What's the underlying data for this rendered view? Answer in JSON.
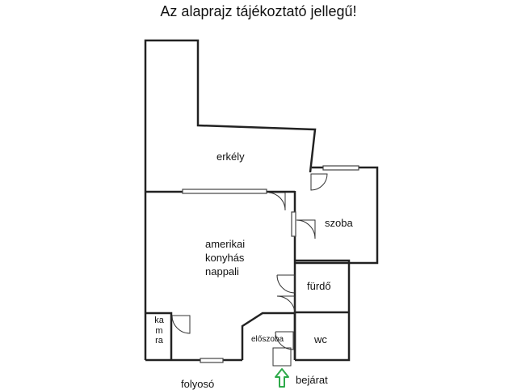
{
  "title": "Az alaprajz tájékoztató jellegű!",
  "rooms": {
    "erkely": "erkély",
    "nappali": "amerikai\nkonyhás\nnappali",
    "szoba": "szoba",
    "furdo": "fürdő",
    "wc": "wc",
    "eloszoba": "előszoba",
    "kamra": "kamra"
  },
  "outside": {
    "folyoso": "folyosó",
    "bejarat": "bejárat"
  },
  "colors": {
    "wall": "#222222",
    "window": "#555555",
    "entrance_arrow": "#2eaa4a"
  }
}
